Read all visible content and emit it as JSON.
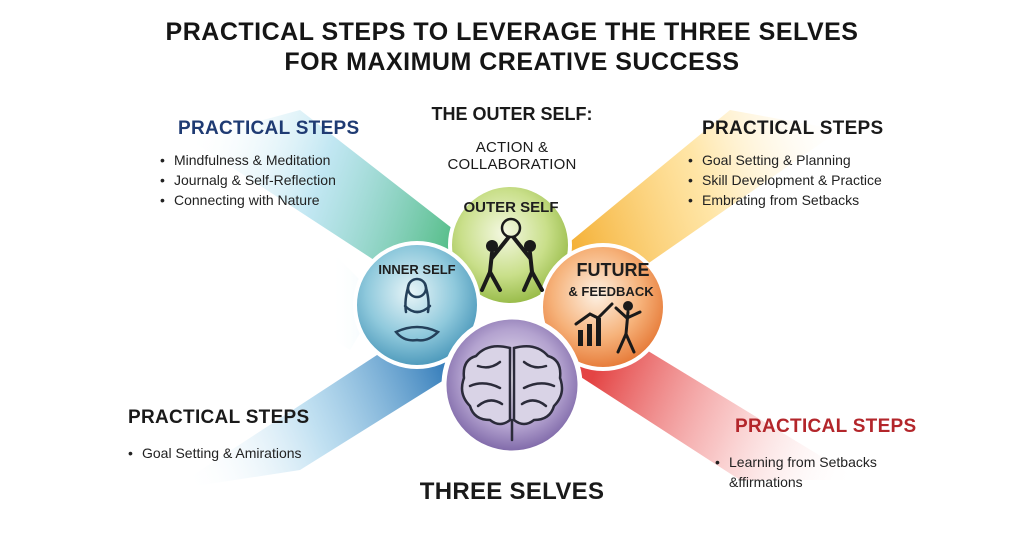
{
  "title_lines": [
    "PRACTICAL STEPS TO LEVERAGE THE THREE SELVES",
    "FOR MAXIMUM CREATIVE SUCCESS"
  ],
  "outer_self": {
    "title": "THE OUTER SELF:",
    "subtitle": "ACTION & COLLABORATION"
  },
  "panels": {
    "top_left": {
      "heading": "PRACTICAL STEPS",
      "color": "#1f3b73",
      "items": [
        "Mindfulness & Meditation",
        "Journalg & Self-Reflection",
        "Connecting with Nature"
      ]
    },
    "top_right": {
      "heading": "PRACTICAL STEPS",
      "color": "#1a1a1a",
      "items": [
        "Goal Setting & Planning",
        "Skill Development & Practice",
        "Embrating from Setbacks"
      ]
    },
    "bottom_left": {
      "heading": "PRACTICAL STEPS",
      "color": "#1a1a1a",
      "items": [
        "Goal Setting & Amirations"
      ]
    },
    "bottom_right": {
      "heading": "PRACTICAL STEPS",
      "color": "#b3262b",
      "items": [
        "Learning from Setbacks",
        "&ffirmations"
      ]
    }
  },
  "circles": {
    "outer": {
      "label": "OUTER SELF",
      "color": "#a7c95a",
      "icon": "collaboration-icon"
    },
    "inner": {
      "label": "INNER SELF",
      "color": "#5fa8c8",
      "icon": "meditation-icon"
    },
    "future": {
      "label_line1": "FUTURE",
      "label_line2": "& FEEDBACK",
      "color": "#ef8a3c",
      "icon": "growth-chart-icon"
    },
    "brain": {
      "color": "#7a5fa6",
      "icon": "brain-icon"
    }
  },
  "three_selves_label": "THREE SELVES"
}
